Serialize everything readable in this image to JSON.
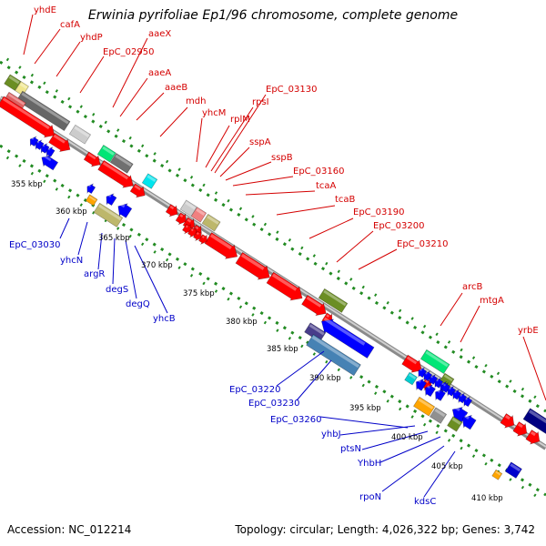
{
  "title": "Erwinia pyrifoliae Ep1/96 chromosome, complete genome",
  "accession": "Accession: NC_012214",
  "topology": "Topology: circular; Length: 4,026,322 bp; Genes: 3,742",
  "kbp_labels": [
    "355 kbp",
    "360 kbp",
    "365 kbp",
    "370 kbp",
    "375 kbp",
    "380 kbp",
    "385 kbp",
    "390 kbp",
    "395 kbp",
    "400 kbp",
    "405 kbp",
    "410 kbp"
  ],
  "forward_gene_labels": [
    "yhdE",
    "cafA",
    "yhdP",
    "EpC_02950",
    "aaeX",
    "aaeA",
    "aaeB",
    "mdh",
    "yhcM",
    "rplM",
    "rpsI",
    "EpC_03130",
    "sspA",
    "sspB",
    "EpC_03160",
    "tcaA",
    "tcaB",
    "EpC_03190",
    "EpC_03200",
    "EpC_03210",
    "arcB",
    "mtgA",
    "yrbE"
  ],
  "reverse_gene_labels": [
    "EpC_03030",
    "yhcN",
    "argR",
    "degS",
    "degQ",
    "yhcB",
    "EpC_03220",
    "EpC_03230",
    "EpC_03260",
    "yhbJ",
    "ptsN",
    "YhbH",
    "rpoN",
    "kdsC"
  ],
  "colors": {
    "forward_label": "#d40000",
    "reverse_label": "#0000c8",
    "backbone": "#909090",
    "tick": "#228b22"
  }
}
